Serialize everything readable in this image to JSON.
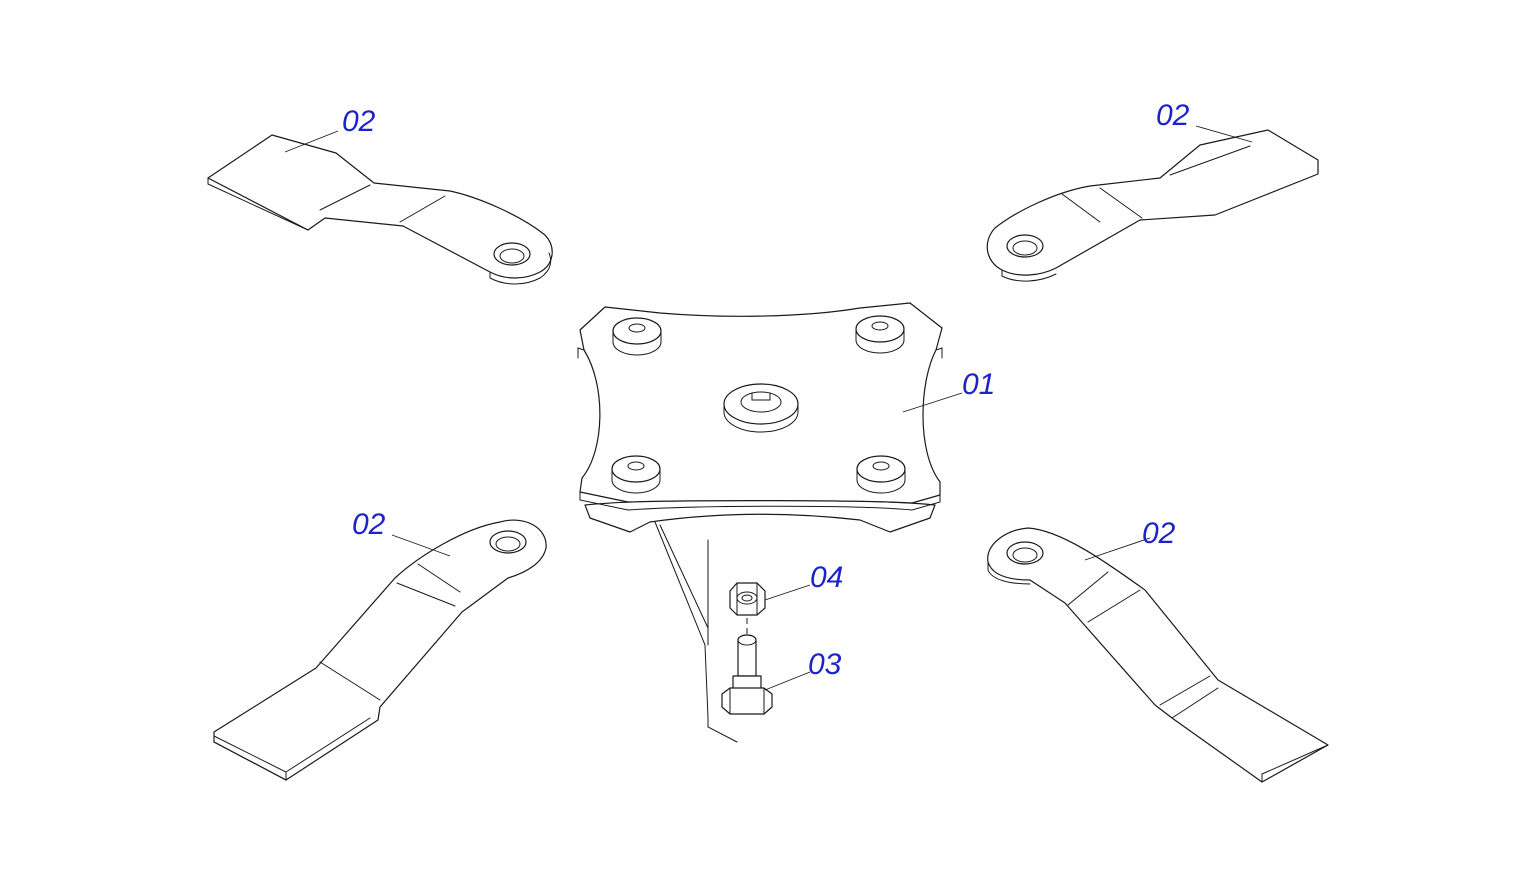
{
  "callouts": {
    "disc_label": "01",
    "blade_tl_label": "02",
    "blade_tr_label": "02",
    "blade_bl_label": "02",
    "blade_br_label": "02",
    "bolt_label": "03",
    "nut_label": "04"
  },
  "colors": {
    "callout_text": "#1d22c9",
    "line": "#1a1a1a",
    "background": "#ffffff"
  }
}
